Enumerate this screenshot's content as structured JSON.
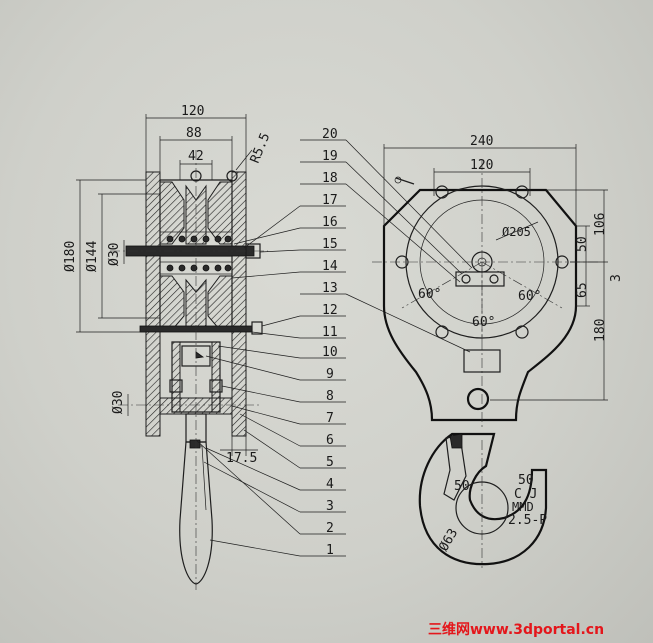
{
  "left_view": {
    "dims_horizontal": [
      "120",
      "88",
      "42"
    ],
    "dim_radius": "R5.5",
    "dims_vertical": [
      "Ø180",
      "Ø144",
      "Ø30"
    ],
    "dim_axle": "Ø30",
    "dim_bottom": "17.5",
    "part_numbers": [
      "20",
      "19",
      "18",
      "17",
      "16",
      "15",
      "14",
      "13",
      "12",
      "11",
      "10",
      "9",
      "8",
      "7",
      "6",
      "5",
      "4",
      "3",
      "2",
      "1"
    ]
  },
  "right_view": {
    "dims_top": [
      "240",
      "120"
    ],
    "dim_circle": "Ø205",
    "dims_right": [
      "106",
      "50",
      "65",
      "180"
    ],
    "angles": [
      "60°",
      "60°",
      "60°"
    ],
    "hook_label_50": "50",
    "hook_dia": "Ø63",
    "nameplate": [
      "50",
      "C J",
      "MMD",
      "2.5-P"
    ],
    "side_mark": "3"
  },
  "watermark": "三维网www.3dportal.cn",
  "colors": {
    "watermark": "#e4161b",
    "ink": "#1e1e1e"
  }
}
